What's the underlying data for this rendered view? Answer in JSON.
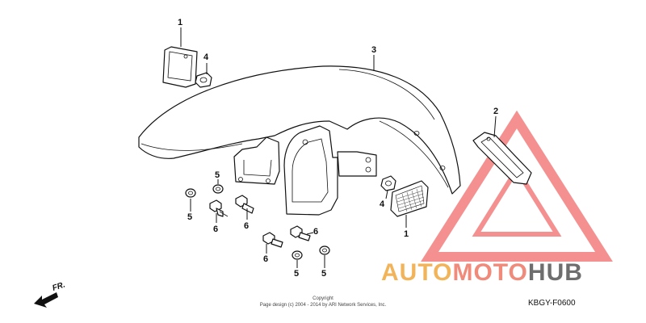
{
  "diagram": {
    "callouts": {
      "p1_top": "1",
      "p4_top": "4",
      "p3": "3",
      "p2": "2",
      "p5_a": "5",
      "p5_b": "5",
      "p6_a": "6",
      "p6_b": "6",
      "p4_right": "4",
      "p1_right": "1",
      "p6_c": "6",
      "p6_d": "6",
      "p5_c": "5",
      "p5_d": "5"
    },
    "direction_label": "FR.",
    "copyright_line1": "Copyright",
    "copyright_line2": "Page design (c) 2004 - 2014 by ARI Network Services, Inc.",
    "diagram_code": "KBGY-F0600"
  },
  "watermark": {
    "part1": "AUTO",
    "part2": "MOTO",
    "part3": "HUB",
    "color_auto": "#f2b45a",
    "color_moto": "#f08a7a",
    "color_hub": "#6e6e6e",
    "triangle_color": "#f26b6b"
  }
}
